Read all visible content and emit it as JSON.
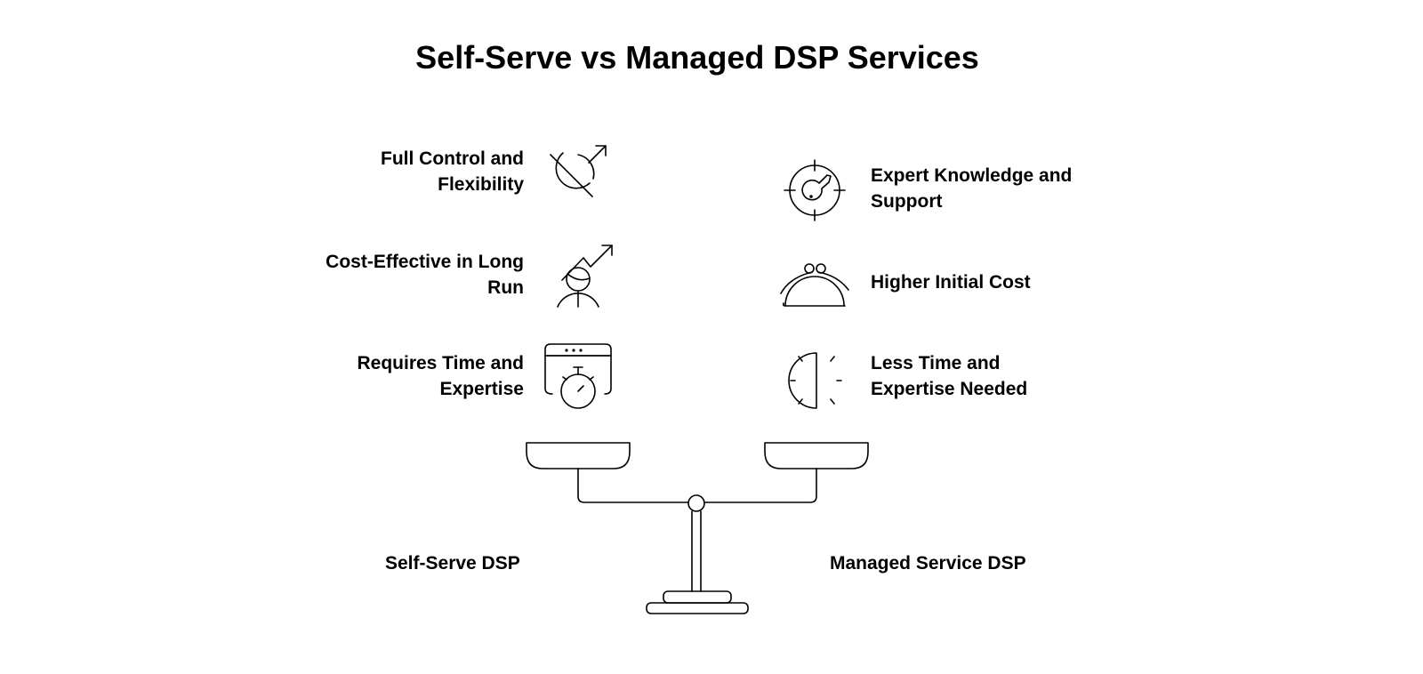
{
  "title": "Self-Serve vs Managed DSP Services",
  "left": {
    "label": "Self-Serve DSP",
    "items": [
      {
        "text": "Full Control and Flexibility",
        "line1": "Full Control and",
        "line2": "Flexibility",
        "icon": "gender-symbol-slash-icon"
      },
      {
        "text": "Cost-Effective in Long Run",
        "line1": "Cost-Effective in Long",
        "line2": "Run",
        "icon": "person-trend-up-icon"
      },
      {
        "text": "Requires Time and Expertise",
        "line1": "Requires Time and",
        "line2": "Expertise",
        "icon": "browser-stopwatch-icon"
      }
    ]
  },
  "right": {
    "label": "Managed Service DSP",
    "items": [
      {
        "text": "Expert Knowledge and Support",
        "line1": "Expert Knowledge and",
        "line2": "Support",
        "icon": "target-key-icon"
      },
      {
        "text": "Higher Initial Cost",
        "line1": "Higher Initial Cost",
        "line2": "",
        "icon": "coin-purse-icon"
      },
      {
        "text": "Less Time and Expertise Needed",
        "line1": "Less Time and",
        "line2": "Expertise Needed",
        "icon": "half-clock-icon"
      }
    ]
  }
}
